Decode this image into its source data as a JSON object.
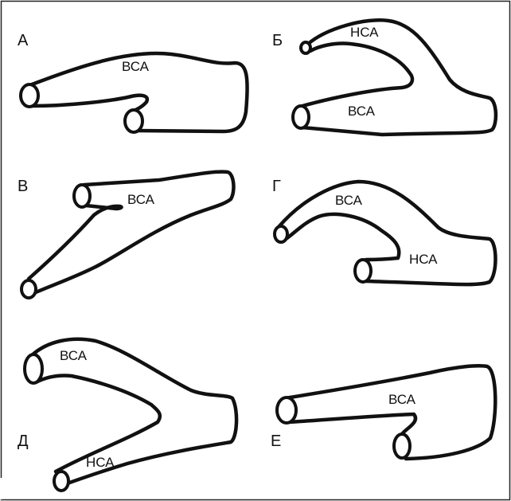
{
  "panels": [
    {
      "letter": "А",
      "labels": [
        "ВСА"
      ]
    },
    {
      "letter": "Б",
      "labels": [
        "НСА",
        "ВСА"
      ]
    },
    {
      "letter": "В",
      "labels": [
        "ВСА"
      ]
    },
    {
      "letter": "Г",
      "labels": [
        "ВСА",
        "НСА"
      ]
    },
    {
      "letter": "Д",
      "labels": [
        "ВСА",
        "НСА"
      ]
    },
    {
      "letter": "Е",
      "labels": [
        "ВСА"
      ]
    }
  ],
  "colors": {
    "stroke": "#111111",
    "background": "#ffffff",
    "frame": "#222222"
  }
}
